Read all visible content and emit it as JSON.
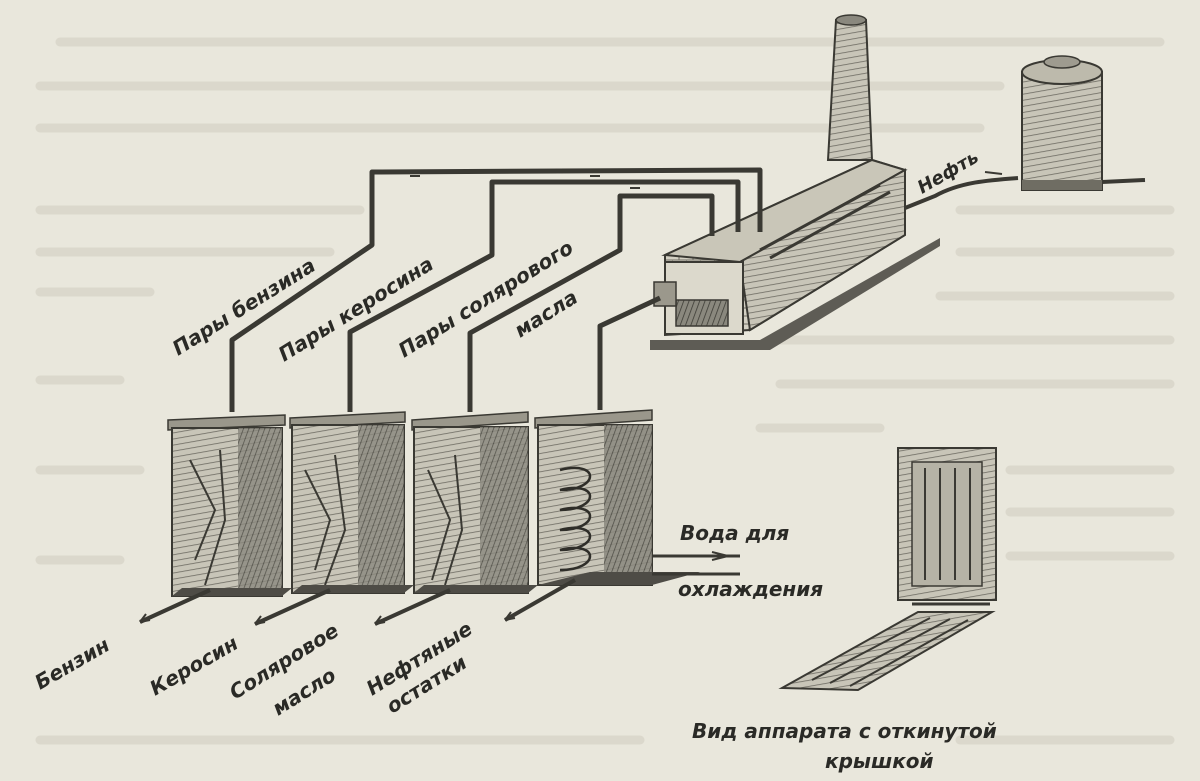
{
  "labels": {
    "gasoline_vapors": "Пары бензина",
    "kerosene_vapors": "Пары керосина",
    "solar_oil_vapors_1": "Пары солярового",
    "solar_oil_vapors_2": "масла",
    "oil": "Нефть",
    "cooling_water_1": "Вода для",
    "cooling_water_2": "охлаждения",
    "gasoline": "Бензин",
    "kerosene": "Керосин",
    "solar_oil_1": "Соляровое",
    "solar_oil_2": "масло",
    "oil_residues_1": "Нефтяные",
    "oil_residues_2": "остатки",
    "apparatus_view_1": "Вид аппарата с откинутой",
    "apparatus_view_2": "крышкой"
  },
  "colors": {
    "paper": "#e9e7dc",
    "ink": "#3a3933",
    "shade": "#7c7a70"
  }
}
